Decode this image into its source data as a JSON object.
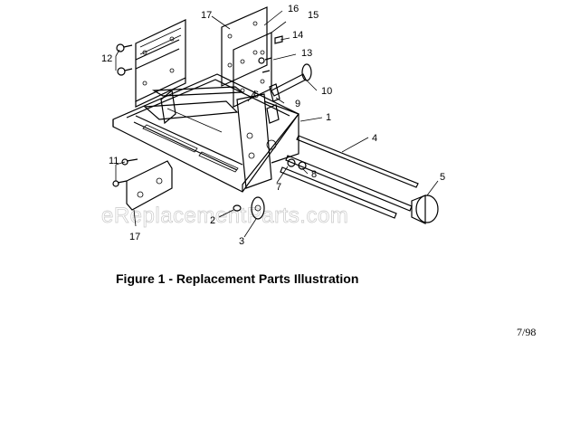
{
  "caption": "Figure 1 - Replacement Parts Illustration",
  "date": "7/98",
  "watermark": "eReplacementParts.com",
  "callouts": [
    {
      "id": "c1",
      "text": "1"
    },
    {
      "id": "c2",
      "text": "2"
    },
    {
      "id": "c3",
      "text": "3"
    },
    {
      "id": "c4",
      "text": "4"
    },
    {
      "id": "c5",
      "text": "5"
    },
    {
      "id": "c6",
      "text": "6"
    },
    {
      "id": "c7",
      "text": "7"
    },
    {
      "id": "c8",
      "text": "8"
    },
    {
      "id": "c9",
      "text": "9"
    },
    {
      "id": "c10",
      "text": "10"
    },
    {
      "id": "c11",
      "text": "11"
    },
    {
      "id": "c12a",
      "text": "12"
    },
    {
      "id": "c12b",
      "text": "12"
    },
    {
      "id": "c13",
      "text": "13"
    },
    {
      "id": "c14",
      "text": "14"
    },
    {
      "id": "c15",
      "text": "15"
    },
    {
      "id": "c16",
      "text": "16"
    },
    {
      "id": "c17",
      "text": "17"
    }
  ]
}
